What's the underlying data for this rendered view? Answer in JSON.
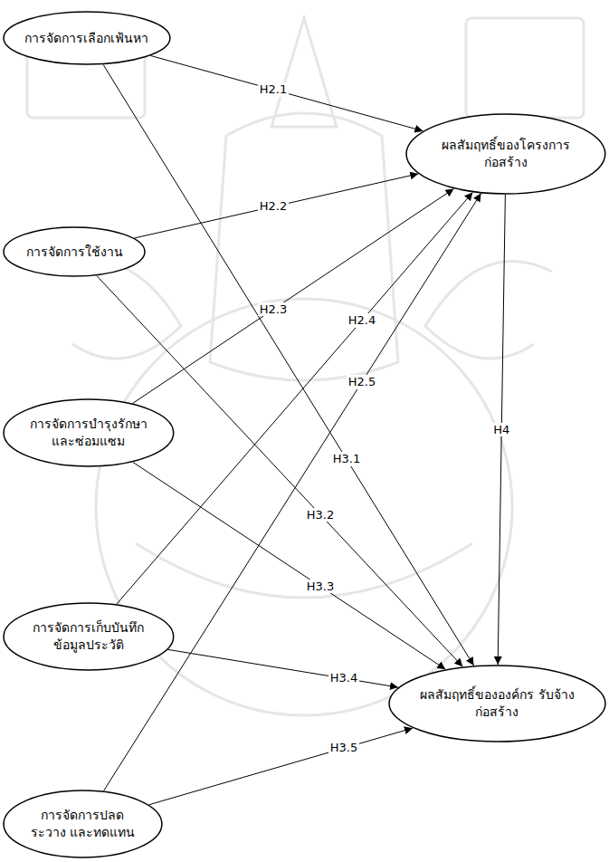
{
  "diagram": {
    "nodes": [
      {
        "text": [
          "การจัดการเลือกเฟ้นหา"
        ]
      },
      {
        "text": [
          "การจัดการใช้งาน"
        ]
      },
      {
        "text": [
          "การจัดการบำรุงรักษา และซ่อมแซม"
        ]
      },
      {
        "text": [
          "การจัดการเก็บบันทึก ข้อมูลประวัติ"
        ]
      },
      {
        "text": [
          "การจัดการปลดระวาง และทดแทน"
        ]
      },
      {
        "text": [
          "ผลสัมฤทธิ์ของโครงการ ก่อสร้าง"
        ]
      },
      {
        "text": [
          "ผลสัมฤทธิ์ขององค์กร รับจ้างก่อสร้าง"
        ]
      }
    ],
    "edges": [
      {
        "from": 0,
        "to": 5,
        "label": "H2.1",
        "arrow": "to"
      },
      {
        "from": 1,
        "to": 5,
        "label": "H2.2",
        "arrow": "to"
      },
      {
        "from": 2,
        "to": 5,
        "label": "H2.3",
        "arrow": "to"
      },
      {
        "from": 3,
        "to": 5,
        "label": "H2.4",
        "arrow": "to"
      },
      {
        "from": 4,
        "to": 5,
        "label": "H2.5",
        "arrow": "to"
      },
      {
        "from": 0,
        "to": 6,
        "label": "H3.1",
        "arrow": "to"
      },
      {
        "from": 1,
        "to": 6,
        "label": "H3.2",
        "arrow": "to"
      },
      {
        "from": 2,
        "to": 6,
        "label": "H3.3",
        "arrow": "to"
      },
      {
        "from": 3,
        "to": 6,
        "label": "H3.4",
        "arrow": "to"
      },
      {
        "from": 4,
        "to": 6,
        "label": "H3.5",
        "arrow": "to"
      },
      {
        "from": 5,
        "to": 6,
        "label": "H4",
        "arrow": "to"
      }
    ]
  }
}
